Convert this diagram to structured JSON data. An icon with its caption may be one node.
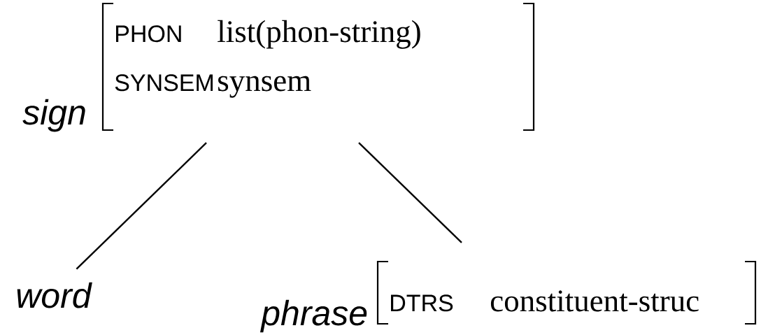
{
  "diagram": {
    "nodes": [
      {
        "text": [
          "sign",
          "PHON",
          "list(phon-string)",
          "SYNSEM",
          "synsem"
        ]
      },
      {
        "text": [
          "word"
        ]
      },
      {
        "text": [
          "phrase",
          "DTRS",
          "constituent-struc"
        ]
      }
    ],
    "edges": [
      {
        "from": 0,
        "to": 1,
        "arrow": "none"
      },
      {
        "from": 0,
        "to": 2,
        "arrow": "none"
      }
    ]
  }
}
